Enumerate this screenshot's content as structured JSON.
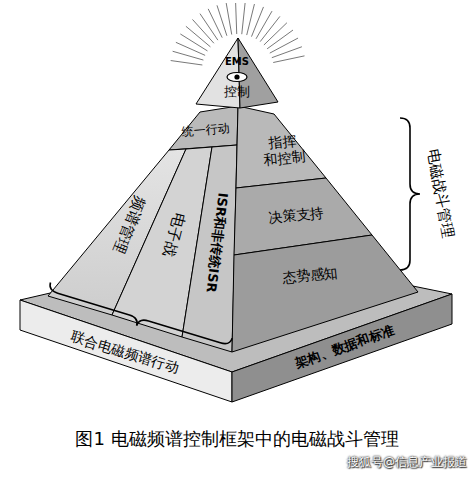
{
  "diagram": {
    "caption": "图1 电磁频谱控制框架中的电磁战斗管理",
    "nodes": [
      {
        "text": [
          "EMS",
          "控制"
        ]
      },
      {
        "text": [
          "统一行动"
        ]
      },
      {
        "text": [
          "频谱管理"
        ]
      },
      {
        "text": [
          "电子战"
        ]
      },
      {
        "text": [
          "ISR和非传统ISR"
        ]
      },
      {
        "text": [
          "指挥 和控制"
        ]
      },
      {
        "text": [
          "决策支持"
        ]
      },
      {
        "text": [
          "态势感知"
        ]
      },
      {
        "text": [
          "架构、数据和标准"
        ]
      }
    ],
    "labels": [
      "电磁战斗管理",
      "联合电磁频谱行动",
      "搜狐号@信息产业报道"
    ]
  }
}
